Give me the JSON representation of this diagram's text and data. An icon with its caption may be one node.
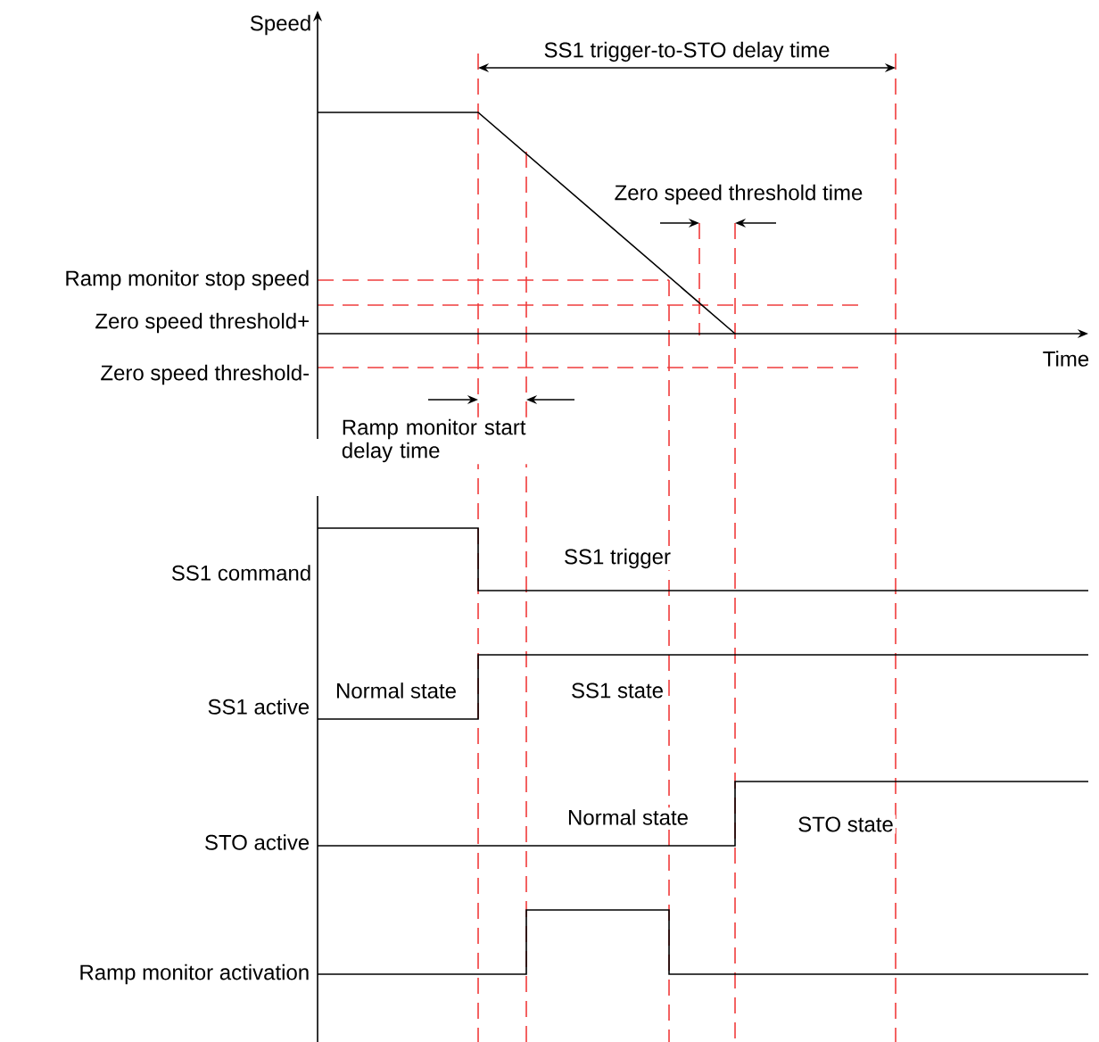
{
  "diagram": {
    "labels": [
      "Speed",
      "SS1 trigger-to-STO delay time",
      "Zero speed threshold time",
      "Ramp monitor stop speed",
      "Zero speed threshold+",
      "Time",
      "Zero speed threshold-",
      "Ramp monitor start delay time",
      "SS1 command",
      "SS1 trigger",
      "SS1 active",
      "Normal state",
      "SS1 state",
      "Normal state",
      "STO active",
      "STO state",
      "Ramp monitor activation"
    ]
  }
}
